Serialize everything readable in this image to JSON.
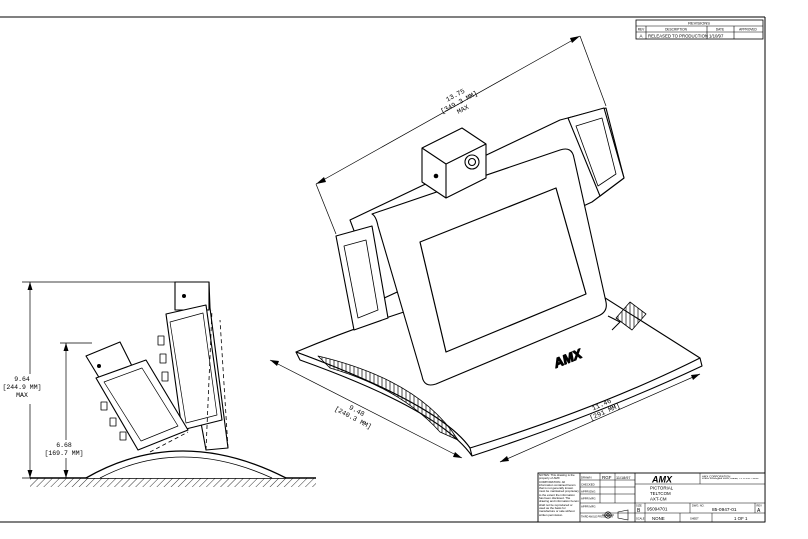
{
  "revisions": {
    "title": "REVISIONS",
    "col_rev": "REV",
    "col_description": "DESCRIPTION",
    "col_date": "DATE",
    "col_approved": "APPROVED",
    "row": {
      "rev": "A",
      "description": "RELEASED TO PRODUCTION",
      "date": "1/10/97",
      "approved": ""
    }
  },
  "dimensions": {
    "overall_length": "13.75",
    "overall_length_mm": "[349.3 MM]",
    "overall_length_note": "MAX",
    "depth": "9.48",
    "depth_mm": "[240.3 MM]",
    "width": "11.46",
    "width_mm": "[291 MM]",
    "max_height": "9.64",
    "max_height_mm": "[244.9 MM]",
    "max_height_note": "MAX",
    "min_height": "6.68",
    "min_height_mm": "[169.7 MM]"
  },
  "device": {
    "brand": "AMX"
  },
  "title_block": {
    "notes": "NOTES: This drawing is the property of AMX CORPORATION. All information contained herein that is not generally known must be maintained proprietary to the extent the information has been disclosed. The drawing and information herein shall not be reproduced or used as the basis for manufacture or sale without written permission.",
    "drawn_label": "DRAWN",
    "drawn_by": "RGF",
    "drawn_date": "11/18/97",
    "checked_label": "CHECKED",
    "appr_eng_label": "APPR ENG",
    "appr_mfg_label": "APPR MFG",
    "appr_mfg2_label": "APPR MFG",
    "third_angle_label": "THIRD ANGLE PROJECTION",
    "company": "AMX",
    "company_name": "AMX CORPORATION",
    "company_address": "11995 Forestgate Drive, Dallas, TX U.S.A. 75243",
    "title_line1": "PICTORIAL",
    "title_line2": "TELTCOM",
    "title_line3": "AXT-CM",
    "size_label": "SIZE",
    "size": "B",
    "part_no": "95094701",
    "dwg_no_label": "DWG. NO.",
    "dwg_no": "85-0947-01",
    "rev_label": "REV",
    "rev": "A",
    "scale_label": "SCALE",
    "scale": "NONE",
    "sheet_label": "SHEET",
    "sheet": "1 OF 1"
  }
}
